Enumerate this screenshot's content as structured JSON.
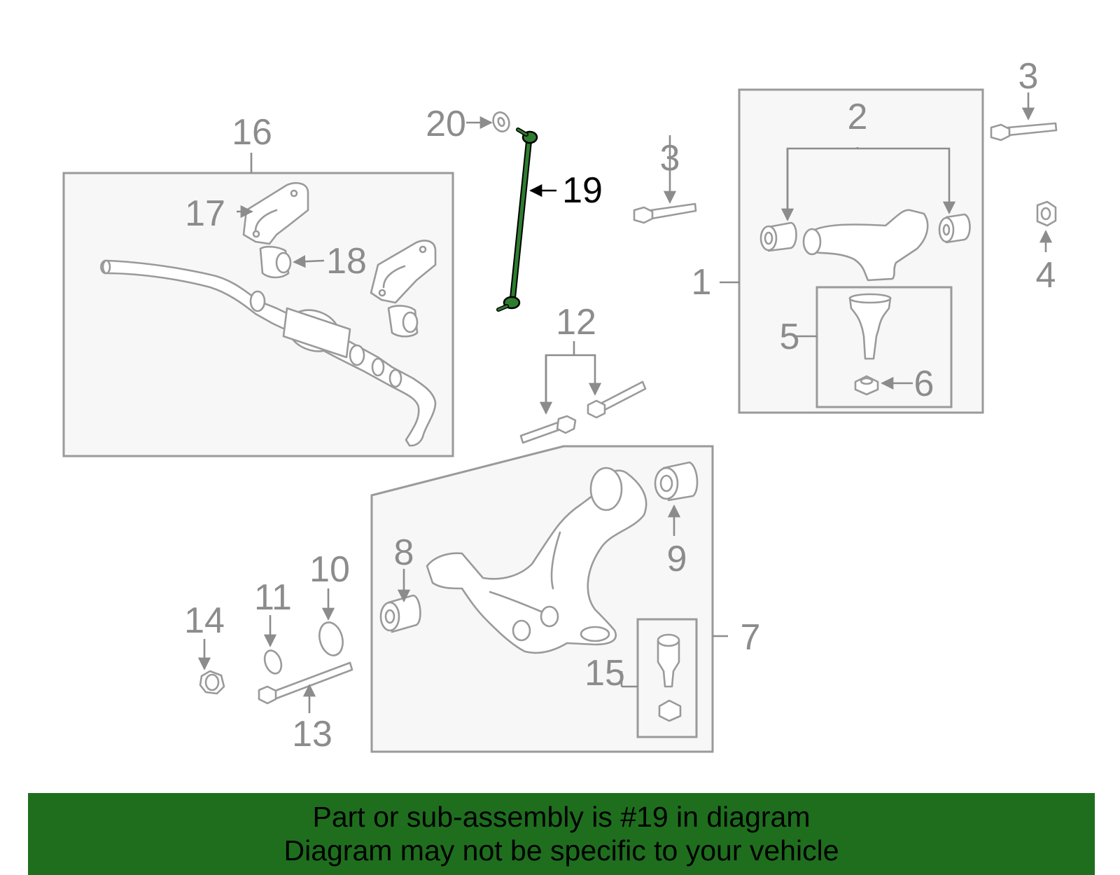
{
  "diagram": {
    "callouts": {
      "c1": "1",
      "c2": "2",
      "c3a": "3",
      "c3b": "3",
      "c4": "4",
      "c5": "5",
      "c6": "6",
      "c7": "7",
      "c8": "8",
      "c9": "9",
      "c10": "10",
      "c11": "11",
      "c12": "12",
      "c13": "13",
      "c14": "14",
      "c15": "15",
      "c16": "16",
      "c17": "17",
      "c18": "18",
      "c19": "19",
      "c20": "20"
    },
    "highlighted_part": "19",
    "highlight_color": "#2e7d2e",
    "outline_color": "#9a9a9a",
    "frame_fill": "#f7f7f7"
  },
  "footer": {
    "line1": "Part or sub-assembly is #19 in diagram",
    "line2": "Diagram may not be specific to your vehicle",
    "background": "#1e6e1e"
  }
}
